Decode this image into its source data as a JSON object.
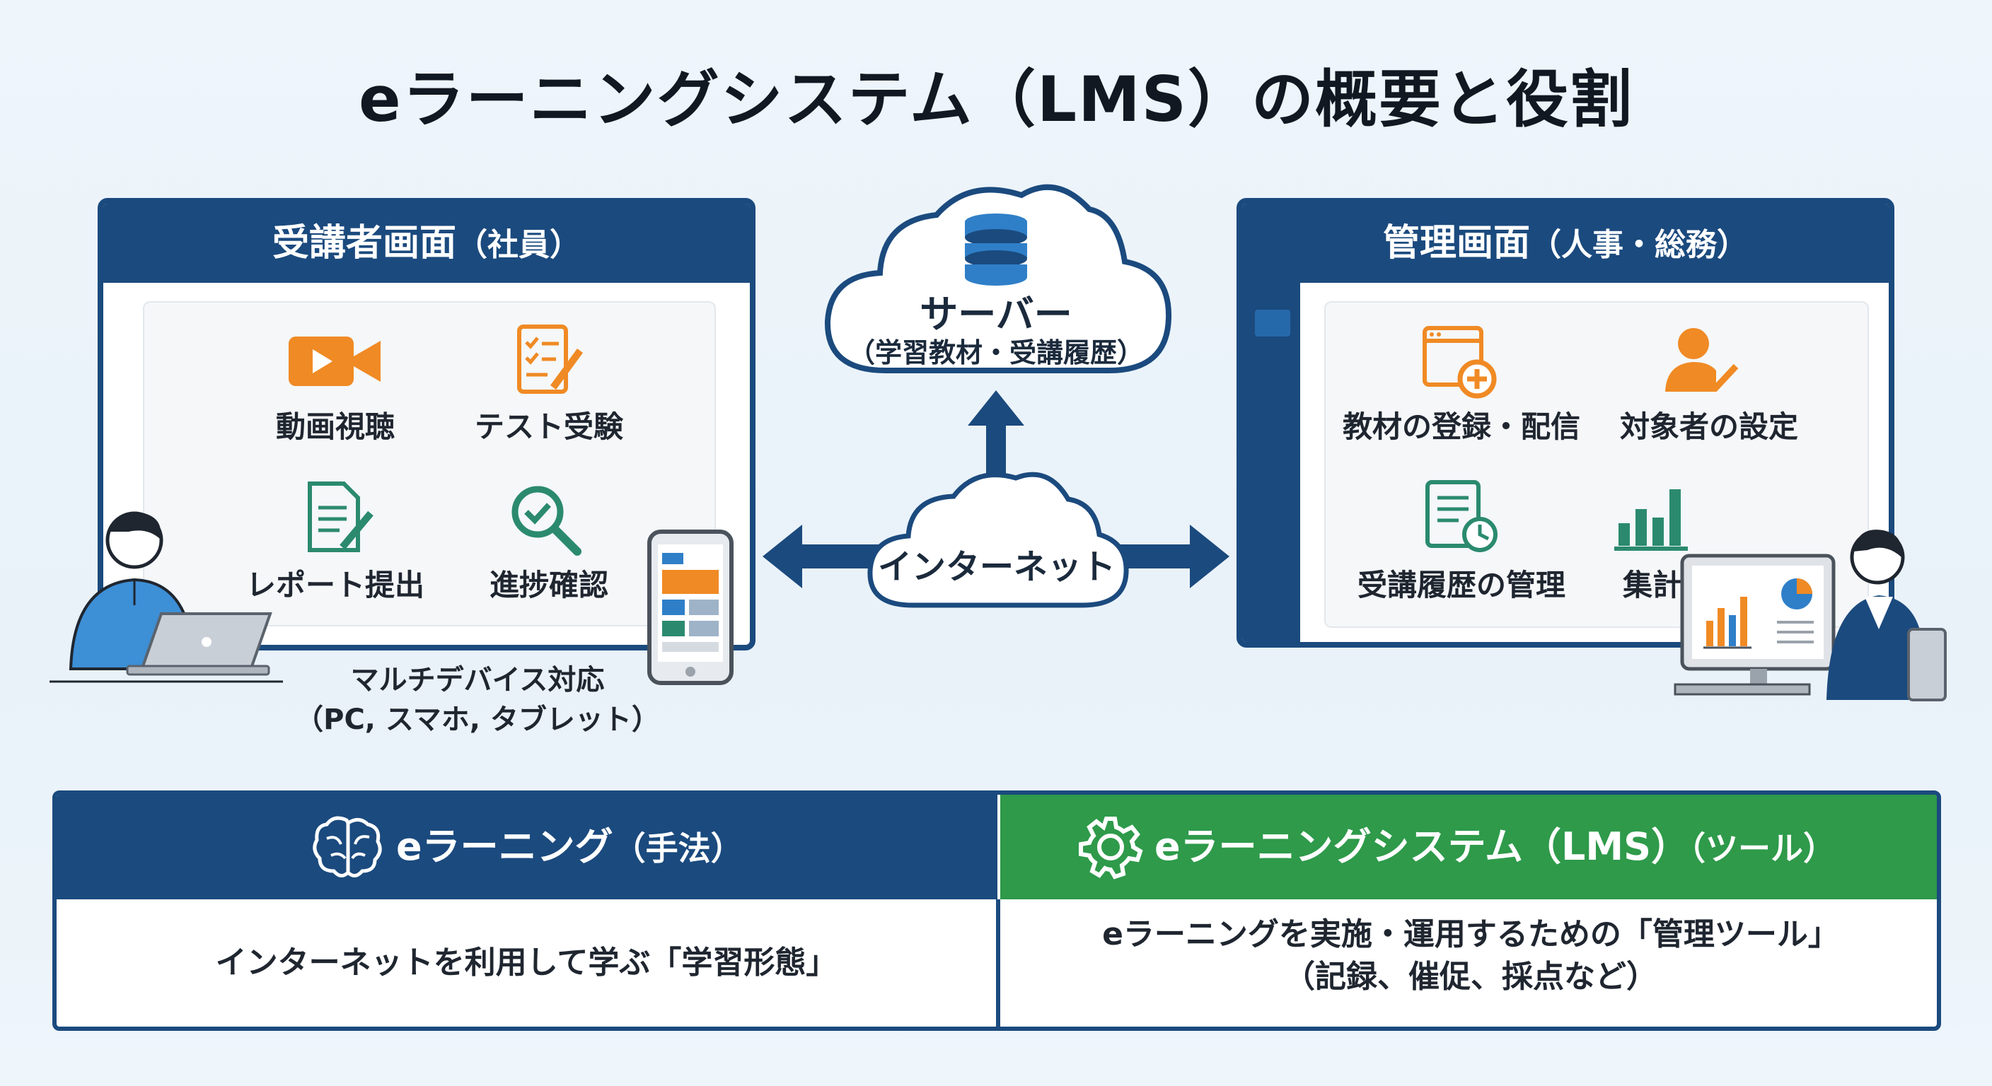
{
  "title": "eラーニングシステム（LMS）の概要と役割",
  "learner": {
    "header": "受講者画面",
    "header_sub": "（社員）",
    "features": [
      {
        "label": "動画視聴",
        "icon": "video-camera-icon"
      },
      {
        "label": "テスト受験",
        "icon": "test-sheet-icon"
      },
      {
        "label": "レポート提出",
        "icon": "report-document-icon"
      },
      {
        "label": "進捗確認",
        "icon": "magnifier-check-icon"
      }
    ],
    "device_caption_1": "マルチデバイス対応",
    "device_caption_2": "（PC, スマホ, タブレット）"
  },
  "server": {
    "label": "サーバー",
    "sub": "（学習教材・受講履歴）",
    "icon": "database-icon"
  },
  "internet": {
    "label": "インターネット"
  },
  "admin": {
    "header": "管理画面",
    "header_sub": "（人事・総務）",
    "features": [
      {
        "label": "教材の登録・配信",
        "icon": "add-window-icon"
      },
      {
        "label": "対象者の設定",
        "icon": "user-check-icon"
      },
      {
        "label": "受講履歴の管理",
        "icon": "history-list-icon"
      },
      {
        "label": "集計",
        "icon": "bar-chart-icon"
      }
    ]
  },
  "bottom": {
    "left_title": "eラーニング",
    "left_title_sub": "（手法）",
    "left_icon": "brain-icon",
    "left_body": "インターネットを利用して学ぶ「学習形態」",
    "right_title": "eラーニングシステム（LMS）",
    "right_title_sub": "（ツール）",
    "right_icon": "gear-icon",
    "right_body_1": "eラーニングを実施・運用するための「管理ツール」",
    "right_body_2": "（記録、催促、採点など）"
  },
  "colors": {
    "navy": "#1b4a7e",
    "green": "#2e9a4a",
    "orange": "#f08a24",
    "teal": "#2b8a6e",
    "blue": "#2f7fc8"
  }
}
